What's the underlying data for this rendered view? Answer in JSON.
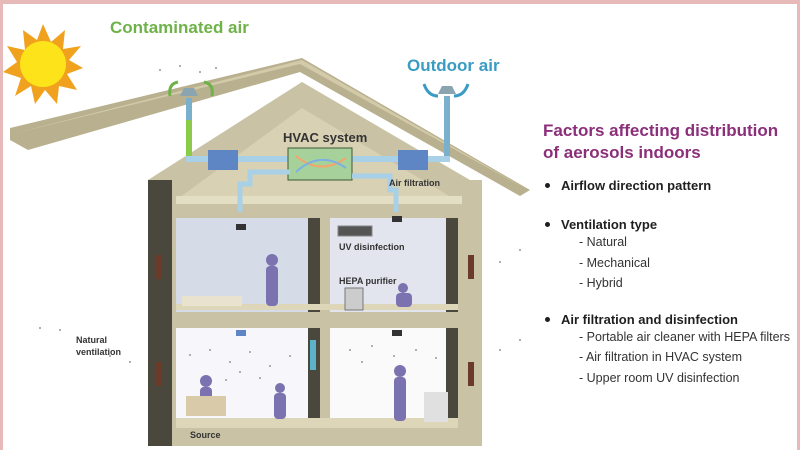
{
  "labels": {
    "contaminated_air": "Contaminated air",
    "outdoor_air": "Outdoor air",
    "hvac_system": "HVAC system",
    "air_filtration": "Air filtration",
    "uv_disinfection": "UV disinfection",
    "hepa_purifier": "HEPA purifier",
    "natural_ventilation_1": "Natural",
    "natural_ventilation_2": "ventilation",
    "source": "Source"
  },
  "sidebar": {
    "title_line1": "Factors affecting distribution",
    "title_line2": "of aerosols indoors",
    "factors": [
      {
        "label": "Airflow direction pattern",
        "items": []
      },
      {
        "label": "Ventilation type",
        "items": [
          "- Natural",
          "- Mechanical",
          "- Hybrid"
        ]
      },
      {
        "label": "Air filtration and disinfection",
        "items": [
          "- Portable air cleaner with HEPA filters",
          "- Air filtration in HVAC system",
          "- Upper room UV disinfection"
        ]
      }
    ]
  },
  "colors": {
    "frame": "#e8b9b9",
    "title": "#8b2f7a",
    "contaminated": "#6fb24a",
    "outdoor": "#3a9cc4",
    "house": "#c9c2a5",
    "person": "#7b72b0"
  }
}
